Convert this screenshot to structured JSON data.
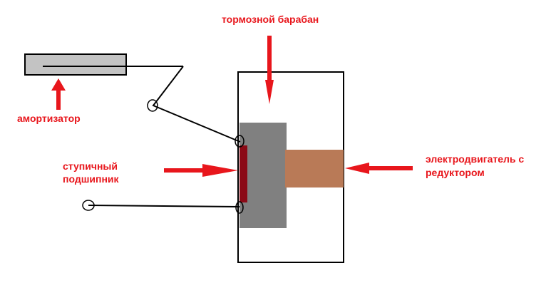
{
  "labels": {
    "brake_drum": "тормозной барабан",
    "shock_absorber": "амортизатор",
    "hub_bearing_line1": "ступичный",
    "hub_bearing_line2": "подшипник",
    "motor_line1": "электродвигатель с",
    "motor_line2": "редуктором"
  },
  "colors": {
    "label": "#e8161c",
    "arrow": "#e8161c",
    "housing_stroke": "#000000",
    "drum_fill": "#808080",
    "bearing_fill": "#8b0a16",
    "motor_fill": "#b97a57",
    "shock_body_fill": "#c3c3c3",
    "line": "#000000"
  }
}
